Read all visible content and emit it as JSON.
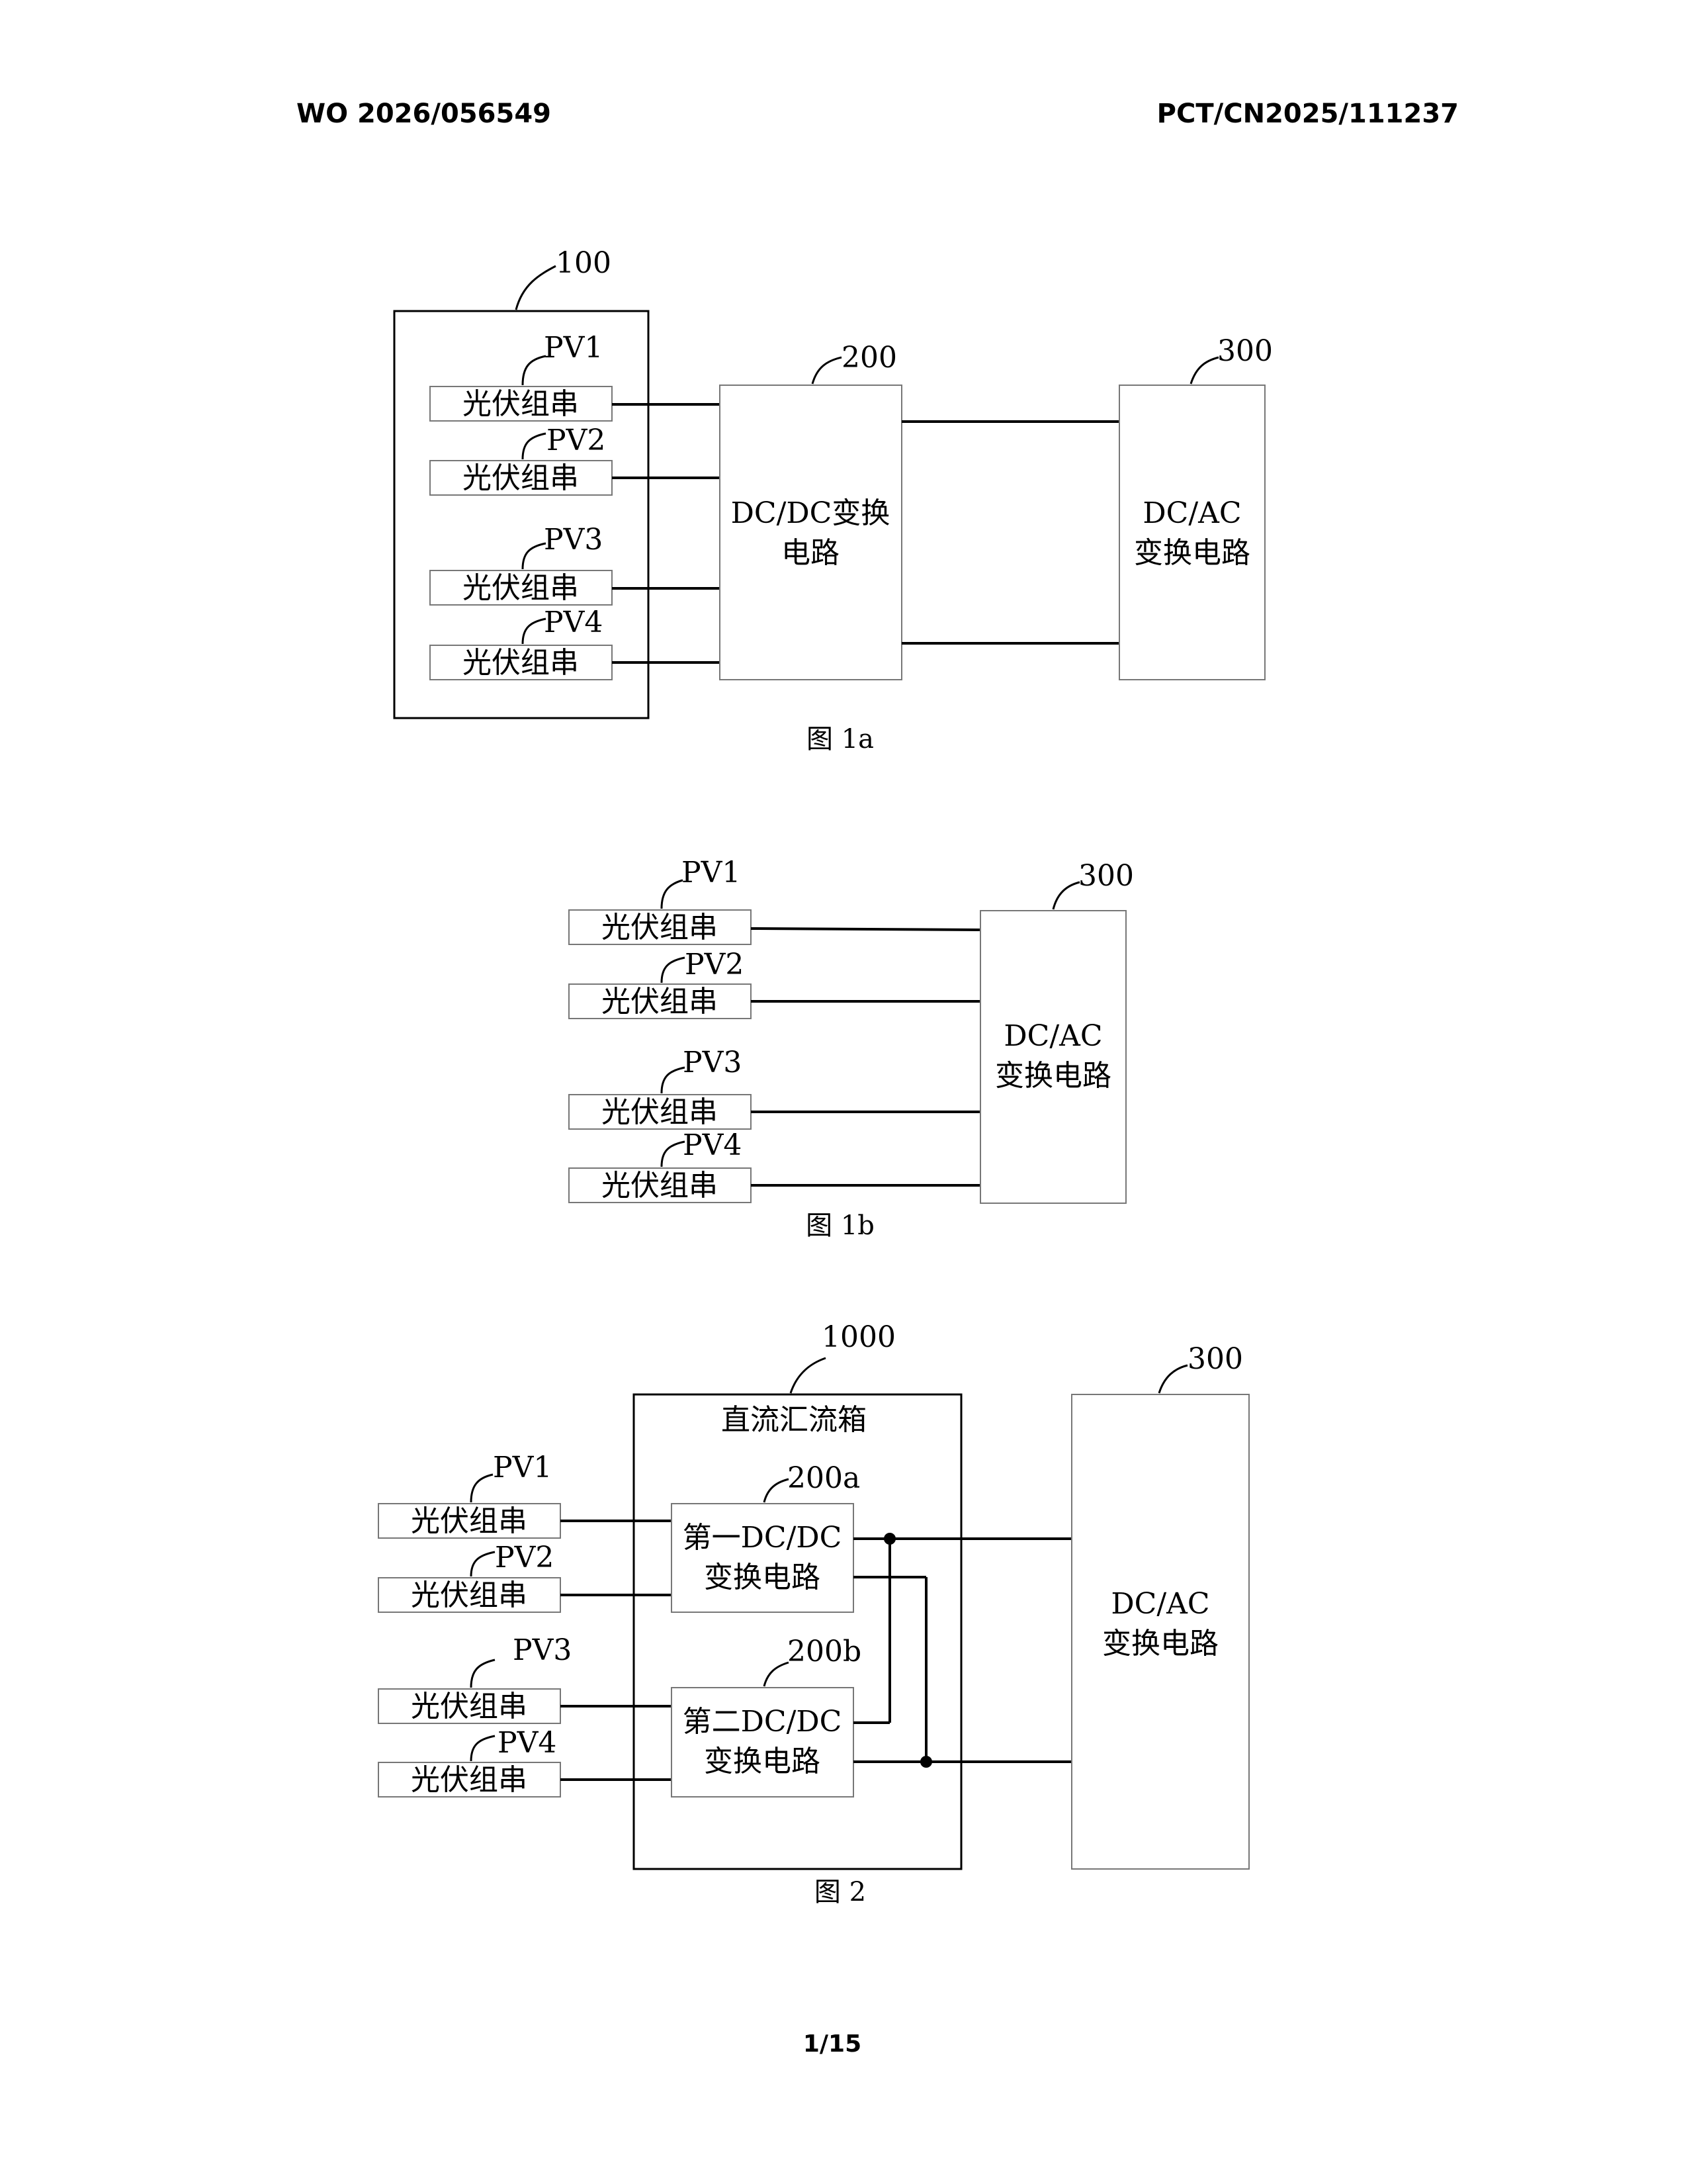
{
  "header": {
    "left": "WO 2026/056549",
    "right": "PCT/CN2025/111237"
  },
  "page_number": "1/15",
  "pv_label": "光伏组串",
  "fig1a": {
    "ref_group": "100",
    "ref_dcdc": "200",
    "ref_dcac": "300",
    "pv_refs": [
      "PV1",
      "PV2",
      "PV3",
      "PV4"
    ],
    "dcdc_line1": "DC/DC变换",
    "dcdc_line2": "电路",
    "dcac_line1": "DC/AC",
    "dcac_line2": "变换电路",
    "caption": "图 1a"
  },
  "fig1b": {
    "ref_dcac": "300",
    "pv_refs": [
      "PV1",
      "PV2",
      "PV3",
      "PV4"
    ],
    "dcac_line1": "DC/AC",
    "dcac_line2": "变换电路",
    "caption": "图 1b"
  },
  "fig2": {
    "ref_box": "1000",
    "box_title": "直流汇流箱",
    "ref_dcdc_a": "200a",
    "ref_dcdc_b": "200b",
    "ref_dcac": "300",
    "pv_refs": [
      "PV1",
      "PV2",
      "PV3",
      "PV4"
    ],
    "dcdc_a_line1": "第一DC/DC",
    "dcdc_a_line2": "变换电路",
    "dcdc_b_line1": "第二DC/DC",
    "dcdc_b_line2": "变换电路",
    "dcac_line1": "DC/AC",
    "dcac_line2": "变换电路",
    "caption": "图 2"
  }
}
